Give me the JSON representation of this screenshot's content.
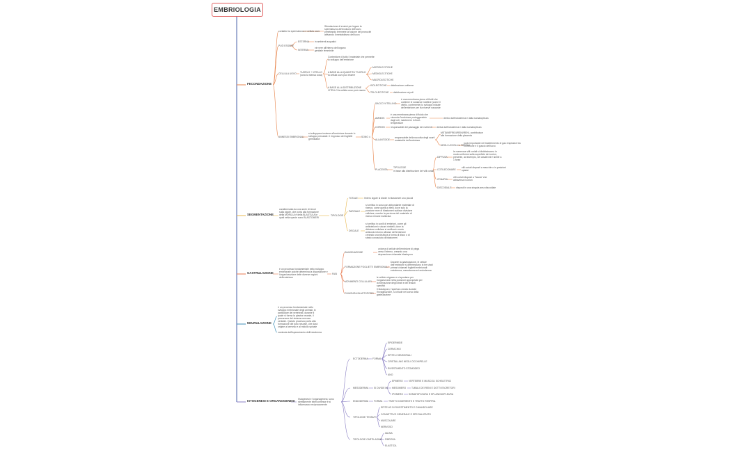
{
  "root": {
    "title": "EMBRIOLOGIA"
  },
  "fecondazione": {
    "title": "FECONDAZIONE",
    "desc": "contatto tra spermatozoo e cellula uovo",
    "desc_child": "Stimolazione di enzimi per legare la spermatozoo all'involucro dell'uovo, penetrando teremete la fusione dei pronuclei attivando il metabolismo dell'uovo",
    "puo_essere": "PUÒ ESSERE",
    "esterna": "ESTERNA",
    "esterna_desc": "in ambienti acquatici",
    "interna": "INTERNA",
    "interna_desc": "vie vere all'interno dell'organo genitale femminile",
    "cellula_uovo": "CELLULA UOVO",
    "tuorlo": "TUORLO + VITELLO (sono la stessa cosa)",
    "tuorlo_desc": "Contenitore di tutto il materiale che permette lo sviluppo dell'embrione",
    "base_quantita": "A BASE ALLA QUANTITA' TUORLO la cellula uovo può essere",
    "micro": "MICROLECITICHE",
    "medio": "MEDIOLECITICHE",
    "macro": "MACROLECITICHE",
    "base_distribuzione": "A BASE ALLA DISTRIBUZIONE VITELLO la cellula uovo può essere",
    "isolecitiche": "ISOLECITICHE",
    "isolecitiche_desc": "distribuzione uniforme",
    "telolecitiche": "TELOLECITICHE",
    "telolecitiche_desc": "distribuzione ai poli",
    "annessi": "ANNESSI EMBRIONALI",
    "annessi_desc": "si sviluppano insieme all'embrione durante lo sviluppo prenatale. Il ringrosso dei foglietti germinativi",
    "sono": "SONO 4",
    "sacco": "SACCO VITELLINO",
    "sacco_desc": "è una membrana piena di fluidi che contiene le sostanze nutritive (come il vitello, contenente) lo sviluppo iniziale dell'embrione per via riserve nascoste",
    "amnios": "AMNIOS",
    "amnios_desc": "è una membrana piena di fluido che circonda l'embrione proteggendolo dagli urti, mantenere in fluid - temperature",
    "amnios_child": "derivo dall'ectoderma e dalla somatopleura",
    "corion": "CORION",
    "corion_desc": "responsabile del passaggio dei nutrienti",
    "corion_child": "deriva dall'ectoderma e dalla somatopleura",
    "allantoide": "ALLANTOIDE",
    "allantoide_desc": "responsabile della raccolta degli scarti metabolici dell'embrione",
    "metanefrici": "METANEFRIDI/RENI/RENI, contribuisce alla formazione della placenta",
    "mesoderma_rettili": "NEGLI UCCELLI e RETTILI",
    "mesoderma_rettili_desc": "ruolo importante nel trasferimento di gas respiratori tra l'embrione e il guscio dell'uovo",
    "placenta": "PLACENTA",
    "tipologie": "TIPOLOGIE",
    "tipologie_desc": "in base alla distribuzione dei villi coriali",
    "diffusa": "DIFFUSA",
    "diffusa_desc": "le numerose villi coriali si distribuiscono in modo uniforme sulla superficie del corion, presente, ad esempio, nei cavalli ed è simile a 1 forse",
    "cotiledonare": "COTILEDONARE",
    "cotiledonare_desc": "villi coriali disposti a macchie o in posizioni sparse",
    "zonaria": "ZONARIA",
    "zonaria_desc": "villi coriali disposti a \"fascia\" che attraversa il corion",
    "discoidale": "DISCOIDALE",
    "discoidale_desc": "disposti in una singola area discoidale"
  },
  "segmentazione": {
    "title": "SEGMENTAZIONE",
    "desc": "caratterizzata da una serie di rimori sulla zigote, che porta alla formazione della MORULA e della BLASTULA le quali nella specie sono BLASTOMERI",
    "tipologie": "TIPOLOGIE",
    "totale": "TOTALE",
    "totale_desc": "l'intero zigote si divide in blastomeri uno piccoli",
    "parziale": "PARZIALE",
    "parziale_desc": "si verifica in uova con abbondante materiale di riserva, come quelli a vitelli, dove solo la porzione reve di blastomeri subisce divisione cellulare, mentre la porzione del materiale di riserva rimane inalterata",
    "discale": "DISCALE",
    "discale_desc": "si verifica in uovili di embrioni, come gli anfirotelomi e alcuni rimitelli, dove la divisione cellulare si verifica in modo anticosto intorno all'asse dell'embrione creando una struttura a forma di disco o di strato conosciuto di blastomeri"
  },
  "gastrulazione": {
    "title": "GASTRULAZIONE",
    "desc": "è un processo fondamentale nello sviluppo embrionale poiché determina la disposizione e l'organizzazione delle diverse regioni dell'embrione",
    "fasi": "FASI",
    "invaginazione": "INVAGINAZIONE",
    "invaginazione_desc": "un'area di cellule dell'embrione di piega verso l'interno, creando una depressione chiamata blastoporo",
    "foglietti": "FORMAZIONE FOGLIETTI EMBRIONALI",
    "foglietti_desc": "Durante la gastrulazione, le cellule dell'embrione si differenziano in tre strati primari chiamati foglietti embrionali: ectoderma, mesoderma ed endoderma",
    "movimenti": "MOVIMENTI CELLULARI",
    "movimenti_desc": "le cellule migrano e si spostano per riorganizzare nella posizioni appropriate per la formazione degli strati e dei tessuti specifici",
    "chiusura": "CHIUSURA BLASTOPORO",
    "chiusura_desc": "Il blastoporo, l'apertura creata durante l'invaginazione, si chiude nel corso della gastrulazione"
  },
  "neurulazione": {
    "title": "NEURULAZIONE",
    "desc": "è un processo fondamentale nello sviluppo embrionale degli animali, in particolare dei vertebrati, durante il quale si forma la piastra neurale, il precursore del sistema nervoso centrale. Questo processo porta alla formazione del tubo neurale, che darà origine al cervello e al midollo spinale",
    "desc2": "comincia dall'ispessimento dell'ectoderma"
  },
  "istogenesi": {
    "title": "ISTOGENESI E ORGANOGENESI",
    "desc": "l'istogenesi e l'organogenesi, sono strettamente interconnesse e si influenzano reciprocamente",
    "ectoderma": "ECTODERMA",
    "forma": "FORMA",
    "ecto_items": [
      "EPIDERMIDE",
      "CERVICHIO",
      "EPITELI SENSORIALI",
      "CRISTALLINO NEGLI OCCHI/PELLE",
      "RIVESTIMENTO STOMODEO",
      "ANO"
    ],
    "mesoderma": "MESODERMA",
    "si_divide": "SI DIVIDE IN",
    "meso_items": [
      {
        "name": "EPIMERO",
        "desc": "VERTEBRE E MUSCOLI SCHELETRICI"
      },
      {
        "name": "MESOMERO",
        "desc": "TUBULI DEI RENI E DOTTI ESCRETORI"
      },
      {
        "name": "IPOMERO",
        "desc": "SOMATOPLEURA E SPLANCNOPLEURA"
      }
    ],
    "endoderma": "ENDODERMA",
    "endo_forma": "FORMA",
    "endo_desc": "TRATTO DIGERENTE E TRATTO RESPIRA.",
    "tipologie_tessuti": "TIPOLOGIE TESSUTI",
    "tessuti": [
      "EPITELIO DI RIVESTIMENTO E GHIANDOLARE",
      "CONNETTIVO GENERALE E SPECIALIZZATO",
      "MUSCOLARE",
      "NERVOSO"
    ],
    "tipologie_cartilagine": "TIPOLOGIE CARTILAGINE",
    "cartilagini": [
      "IALINA",
      "FIBROSA",
      "ELASTICA"
    ]
  },
  "colors": {
    "root_border": "#e05a5a",
    "spine": "#5a6fb0",
    "fecondazione": "#e8874f",
    "segmentazione": "#e8b84f",
    "gastrulazione": "#e87a4f",
    "neurulazione": "#3f8fb8",
    "istogenesi": "#8a7fc4"
  }
}
